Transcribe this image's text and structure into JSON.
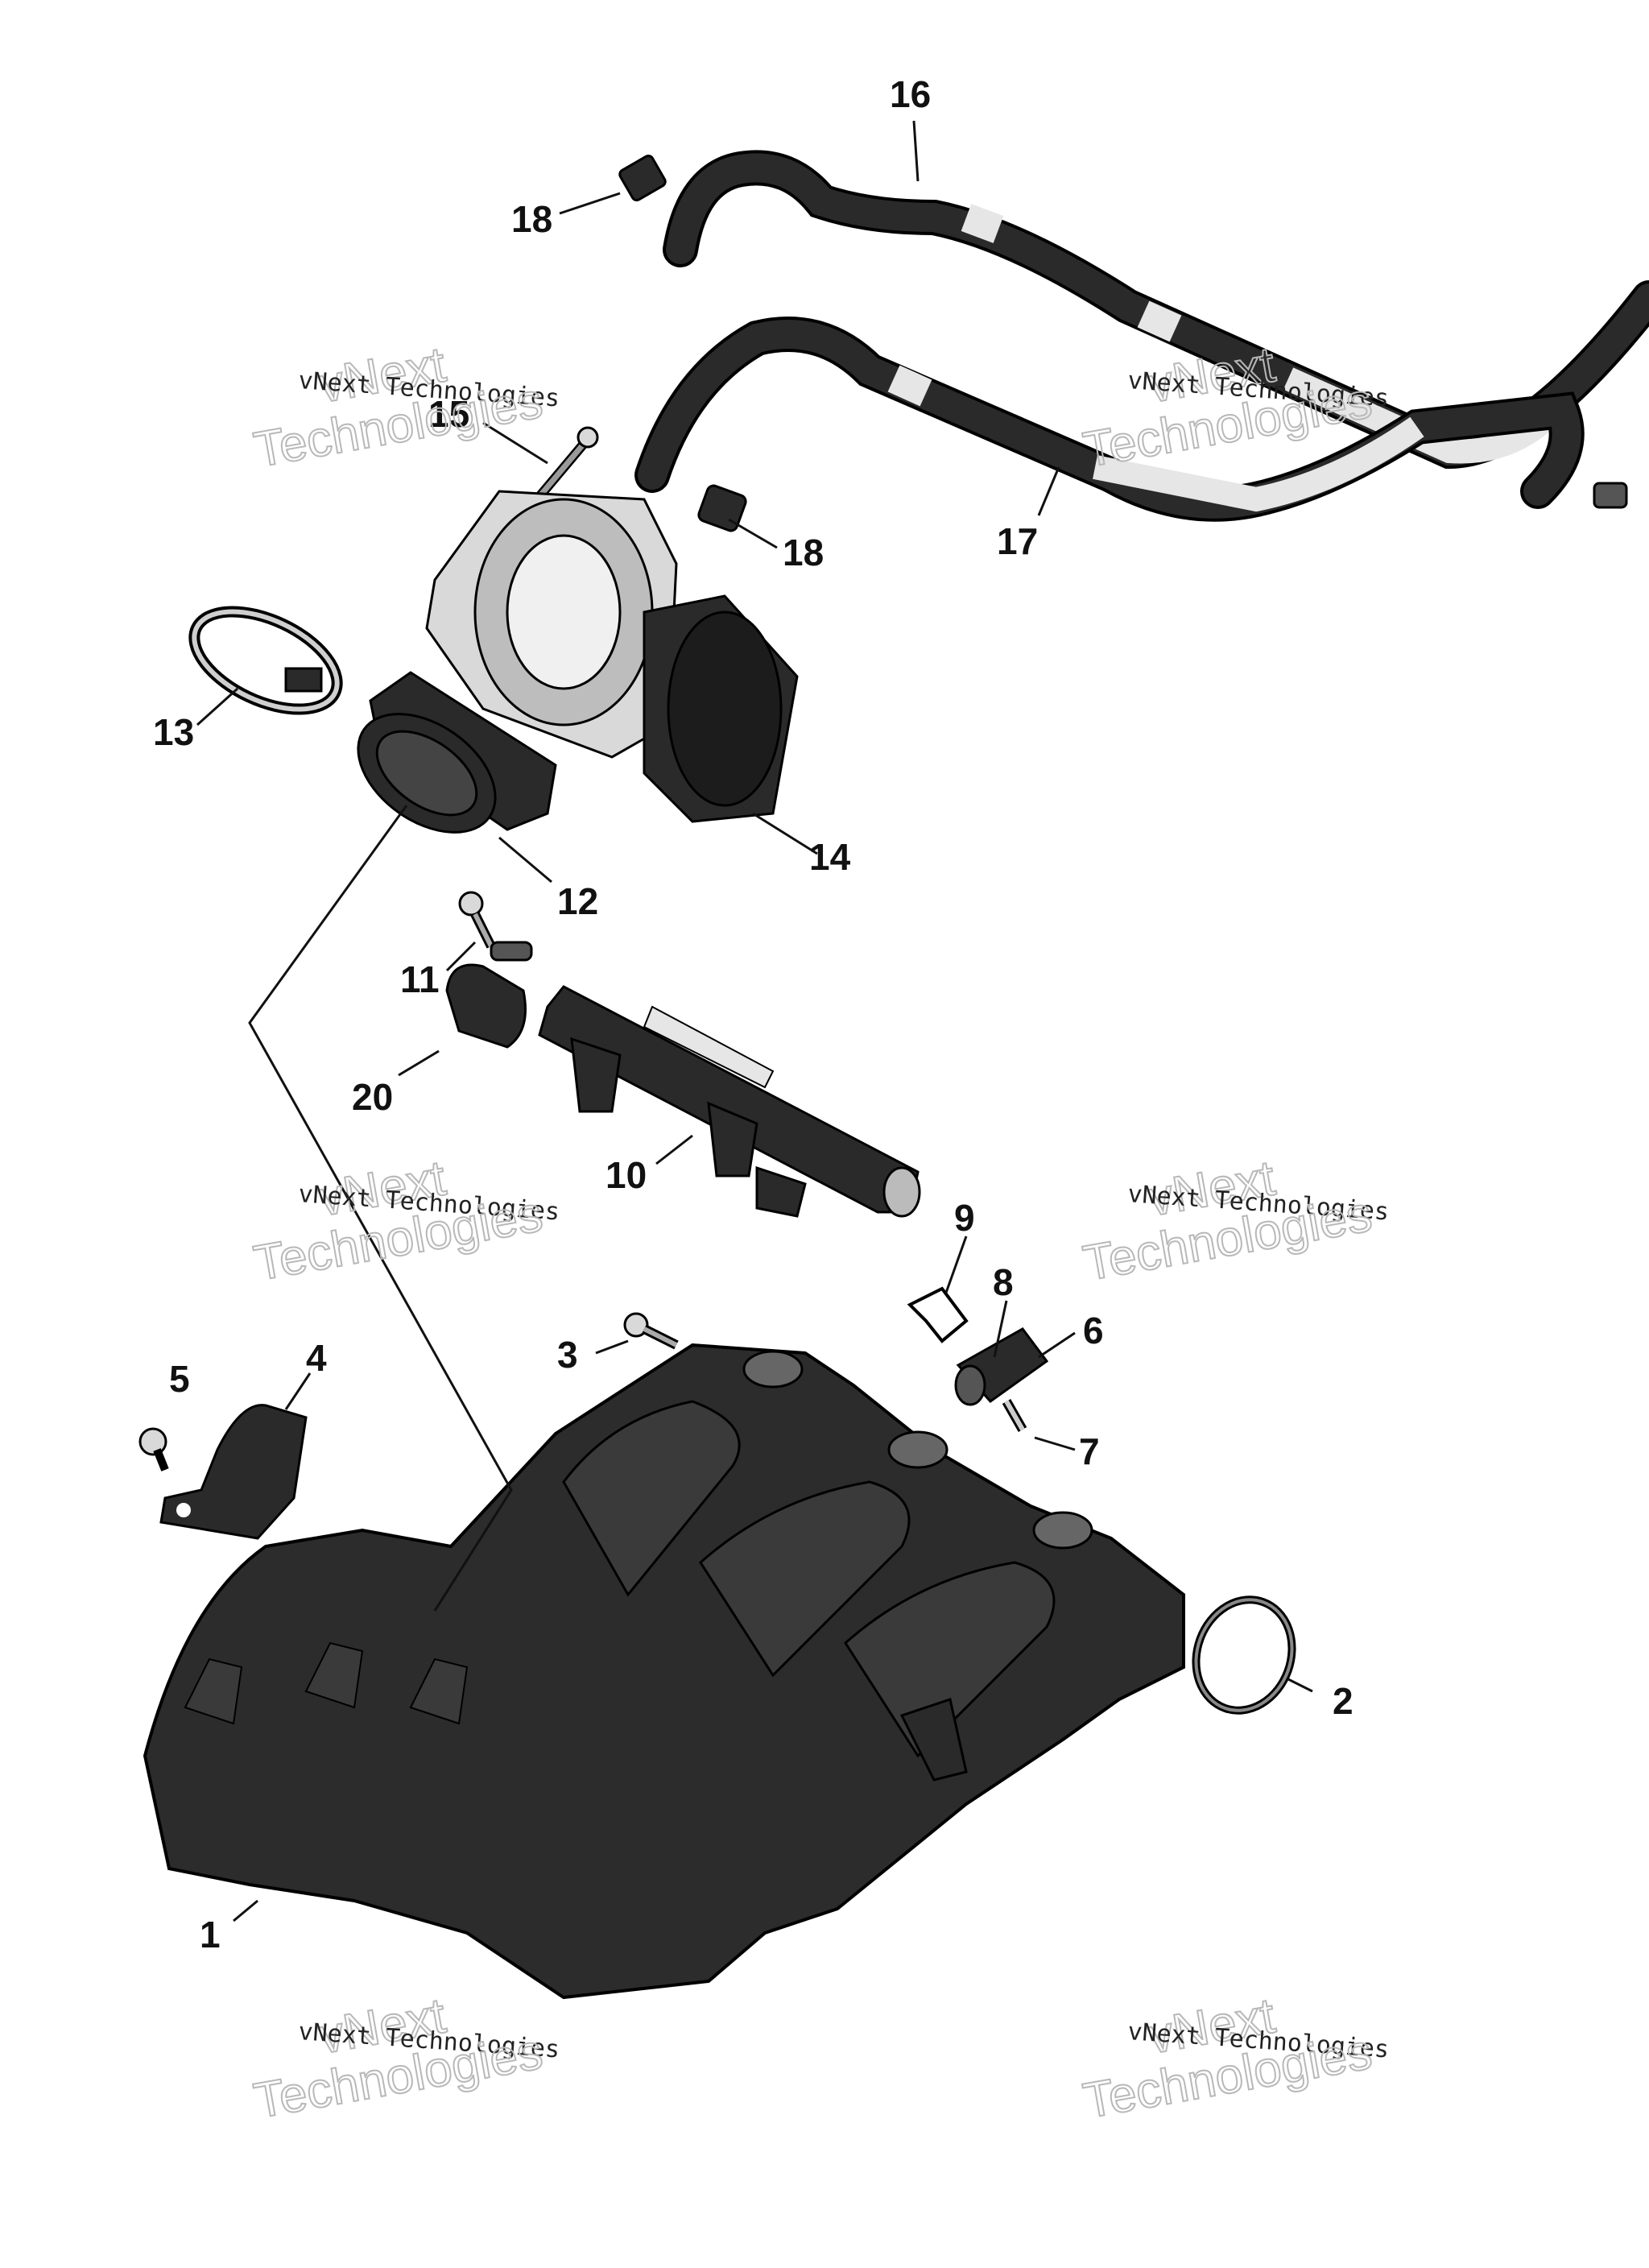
{
  "watermarks": [
    {
      "line1": "vNext Technologies",
      "line2": "vNext",
      "line3": "Technologies"
    },
    {
      "line1": "vNext Technologies",
      "line2": "vNext",
      "line3": "Technologies"
    },
    {
      "line1": "vNext Technologies",
      "line2": "vNext",
      "line3": "Technologies"
    },
    {
      "line1": "vNext Technologies",
      "line2": "vNext",
      "line3": "Technologies"
    },
    {
      "line1": "vNext Technologies",
      "line2": "vNext",
      "line3": "Technologies"
    },
    {
      "line1": "vNext Technologies",
      "line2": "vNext",
      "line3": "Technologies"
    }
  ],
  "callouts": {
    "n1": "1",
    "n2": "2",
    "n3": "3",
    "n4": "4",
    "n5": "5",
    "n6": "6",
    "n7": "7",
    "n8": "8",
    "n9": "9",
    "n10": "10",
    "n11": "11",
    "n12": "12",
    "n13": "13",
    "n14": "14",
    "n15": "15",
    "n16": "16",
    "n17": "17",
    "n18a": "18",
    "n18b": "18",
    "n20": "20"
  },
  "colors": {
    "part_dark": "#2a2a2a",
    "part_light": "#d9d9d9",
    "background": "#ffffff"
  }
}
